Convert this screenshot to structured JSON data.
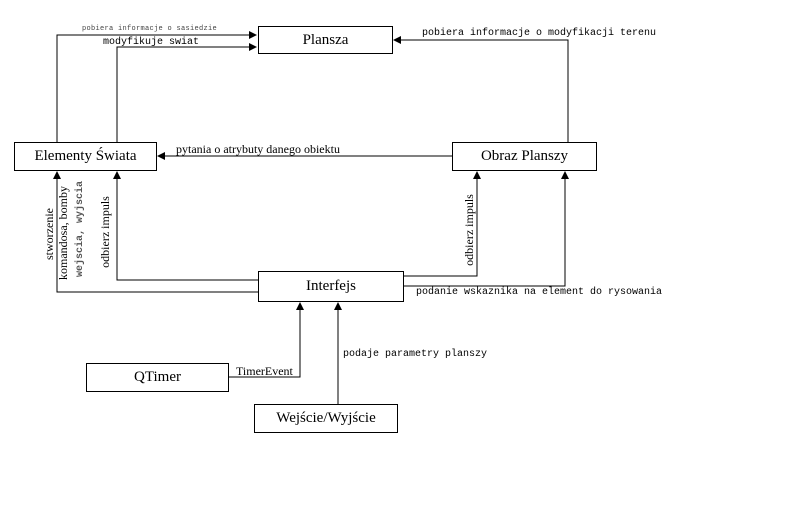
{
  "nodes": {
    "plansza": "Plansza",
    "elementy": "Elementy  Świata",
    "obraz": "Obraz Planszy",
    "interfejs": "Interfejs",
    "qtimer": "QTimer",
    "wejscie": "Wejście/Wyjście"
  },
  "edges": {
    "pobiera_sasiedzie": "pobiera informacje o sasiedzie",
    "modyfikuje_swiat": "modyfikuje swiat",
    "pobiera_modyfikacji": "pobiera informacje o modyfikacji terenu",
    "pytania": "pytania o atrybuty danego obiektu",
    "stworzenie": "stworzenie",
    "komandosa": "komandosa, bomby",
    "wejscia": "wejscia, wyjscia",
    "odbierz_left": "odbierz impuls",
    "odbierz_right": "odbierz impuls",
    "podanie": "podanie wskaznika na element do rysowania",
    "timer_event": "TimerEvent",
    "podaje": "podaje parametry planszy"
  }
}
